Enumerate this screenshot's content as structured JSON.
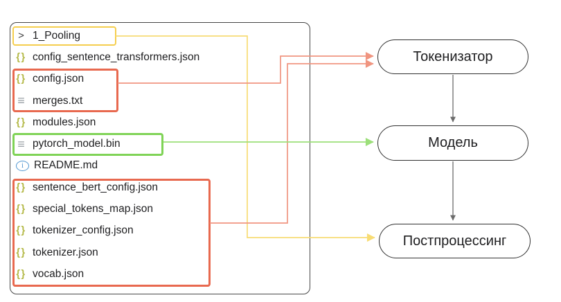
{
  "colors": {
    "yellow_box": "#F5CE4D",
    "yellow_line": "#F8DC74",
    "red_box": "#E8694F",
    "red_line": "#F09580",
    "green_box": "#7FD356",
    "green_line": "#9CDF7A",
    "olive": "#B3B845",
    "gray_icon": "#9AA0A6",
    "info_blue": "#4D94D0",
    "connector": "#6B6B6B",
    "panel_border": "#454545",
    "pill_border": "#2F2F2F",
    "text": "#1D1D1F"
  },
  "file_panel": {
    "files": [
      {
        "icon": "chevron-right",
        "label": "1_Pooling"
      },
      {
        "icon": "braces",
        "label": "config_sentence_transformers.json"
      },
      {
        "icon": "braces",
        "label": "config.json"
      },
      {
        "icon": "lines",
        "label": "merges.txt"
      },
      {
        "icon": "braces",
        "label": "modules.json"
      },
      {
        "icon": "lines",
        "label": "pytorch_model.bin"
      },
      {
        "icon": "info",
        "label": "README.md"
      },
      {
        "icon": "braces",
        "label": "sentence_bert_config.json"
      },
      {
        "icon": "braces",
        "label": "special_tokens_map.json"
      },
      {
        "icon": "braces",
        "label": "tokenizer_config.json"
      },
      {
        "icon": "braces",
        "label": "tokenizer.json"
      },
      {
        "icon": "braces",
        "label": "vocab.json"
      }
    ]
  },
  "nodes": {
    "tokenizer": "Токенизатор",
    "model": "Модель",
    "postprocessing": "Постпроцессинг"
  },
  "highlights": [
    {
      "color_key": "yellow",
      "files": [
        "1_Pooling"
      ]
    },
    {
      "color_key": "red",
      "files": [
        "config.json",
        "merges.txt"
      ]
    },
    {
      "color_key": "green",
      "files": [
        "pytorch_model.bin"
      ]
    },
    {
      "color_key": "red",
      "files": [
        "sentence_bert_config.json",
        "special_tokens_map.json",
        "tokenizer_config.json",
        "tokenizer.json",
        "vocab.json"
      ]
    }
  ],
  "connections": [
    {
      "from": "1_Pooling",
      "to": "Постпроцессинг",
      "color_key": "yellow"
    },
    {
      "from": "config.json + merges.txt",
      "to": "Токенизатор",
      "color_key": "red"
    },
    {
      "from": "sentence_bert_config.json … vocab.json",
      "to": "Токенизатор",
      "color_key": "red"
    },
    {
      "from": "pytorch_model.bin",
      "to": "Модель",
      "color_key": "green"
    },
    {
      "from": "Токенизатор",
      "to": "Модель",
      "color_key": "gray"
    },
    {
      "from": "Модель",
      "to": "Постпроцессинг",
      "color_key": "gray"
    }
  ]
}
